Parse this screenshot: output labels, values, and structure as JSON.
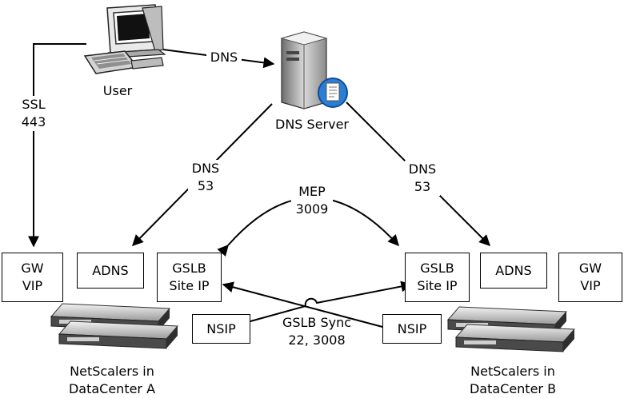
{
  "nodes": {
    "user": "User",
    "dns_server": "DNS Server",
    "gw_vip_a": [
      "GW",
      "VIP"
    ],
    "adns_a": "ADNS",
    "gslb_site_ip_a": [
      "GSLB",
      "Site IP"
    ],
    "gslb_site_ip_b": [
      "GSLB",
      "Site IP"
    ],
    "adns_b": "ADNS",
    "gw_vip_b": [
      "GW",
      "VIP"
    ],
    "nsip_a": "NSIP",
    "nsip_b": "NSIP",
    "netscalers_a": [
      "NetScalers in",
      "DataCenter A"
    ],
    "netscalers_b": [
      "NetScalers in",
      "DataCenter B"
    ]
  },
  "edges": {
    "user_to_dns": "DNS",
    "ssl": [
      "SSL",
      "443"
    ],
    "dns_a": [
      "DNS",
      "53"
    ],
    "dns_b": [
      "DNS",
      "53"
    ],
    "mep": [
      "MEP",
      "3009"
    ],
    "gslb_sync": [
      "GSLB Sync",
      "22, 3008"
    ]
  },
  "icons": [
    "desktop-computer-icon",
    "server-tower-icon",
    "document-badge-icon",
    "rack-server-stack-icon"
  ]
}
